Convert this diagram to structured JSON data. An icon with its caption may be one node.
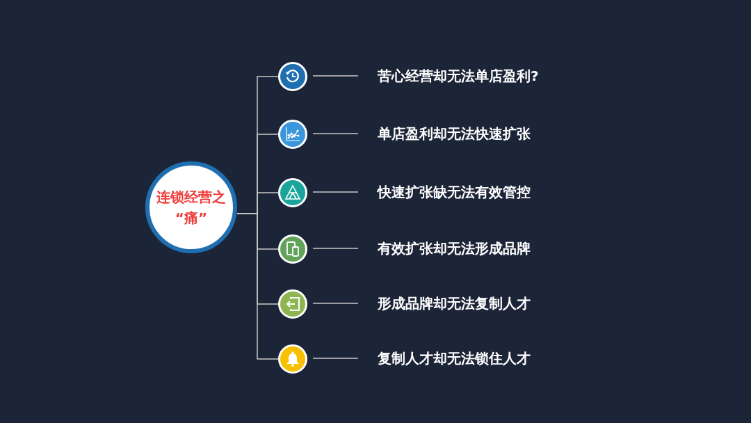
{
  "diagram": {
    "nodes": [
      {
        "text": [
          "连锁经营之“痛”"
        ]
      },
      {
        "text": [],
        "shape": "circle"
      },
      {
        "text": [],
        "shape": "circle"
      },
      {
        "text": [],
        "shape": "circle"
      },
      {
        "text": [],
        "shape": "circle"
      },
      {
        "text": [],
        "shape": "circle"
      },
      {
        "text": [],
        "shape": "circle"
      },
      {
        "text": [
          "苦心经营却无法单店盈利?"
        ]
      },
      {
        "text": [
          "单店盈利却无法快速扩张"
        ]
      },
      {
        "text": [
          "快速扩张缺无法有效管控"
        ]
      },
      {
        "text": [
          "有效扩张却无法形成品牌"
        ]
      },
      {
        "text": [
          "形成品牌却无法复制人才"
        ]
      },
      {
        "text": [
          "复制人才却无法锁住人才"
        ]
      }
    ],
    "edges": [
      {
        "from": 0,
        "to": 1,
        "arrow": "none"
      },
      {
        "from": 0,
        "to": 2,
        "arrow": "none"
      },
      {
        "from": 0,
        "to": 3,
        "arrow": "none"
      },
      {
        "from": 0,
        "to": 4,
        "arrow": "none"
      },
      {
        "from": 0,
        "to": 5,
        "arrow": "none"
      },
      {
        "from": 0,
        "to": 6,
        "arrow": "none"
      },
      {
        "from": 1,
        "to": 7,
        "arrow": "none"
      },
      {
        "from": 2,
        "to": 8,
        "arrow": "none"
      },
      {
        "from": 3,
        "to": 9,
        "arrow": "none"
      },
      {
        "from": 4,
        "to": 10,
        "arrow": "none"
      },
      {
        "from": 5,
        "to": 11,
        "arrow": "none"
      },
      {
        "from": 6,
        "to": 12,
        "arrow": "none"
      }
    ]
  }
}
